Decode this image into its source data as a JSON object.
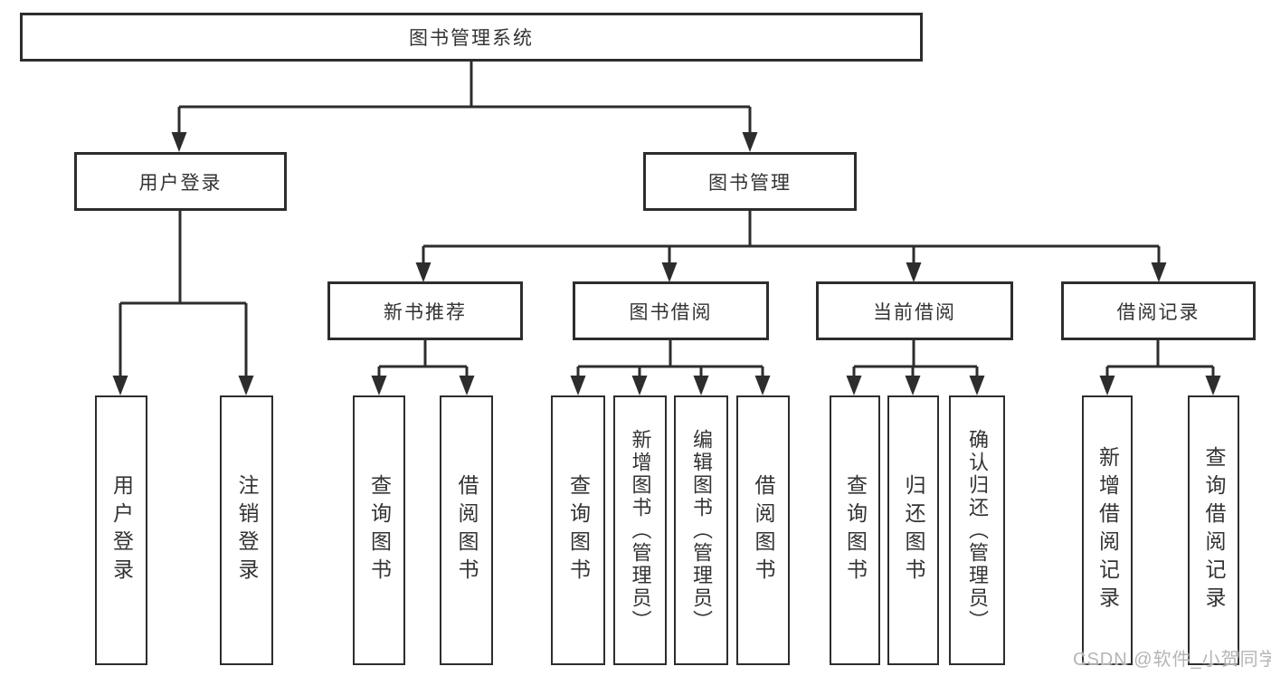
{
  "nodes": {
    "root": "图书管理系统",
    "user_login": "用户登录",
    "book_management": "图书管理",
    "new_book_recommend": "新书推荐",
    "book_borrowing": "图书借阅",
    "current_borrowing": "当前借阅",
    "borrow_records": "借阅记录",
    "user_login_leaf": "用户登录",
    "logout_leaf": "注销登录",
    "recommend_query_books": "查询图书",
    "recommend_borrow_books": "借阅图书",
    "borrowing_query_books": "查询图书",
    "borrowing_add_books": "新增图书（管理员）",
    "borrowing_edit_books": "编辑图书（管理员）",
    "borrowing_borrow_books": "借阅图书",
    "current_query_books": "查询图书",
    "current_return_books": "归还图书",
    "current_confirm_return": "确认归还（管理员）",
    "records_add_record": "新增借阅记录",
    "records_query_record": "查询借阅记录"
  },
  "watermark": {
    "text": "CSDN @软件_小贺同学"
  },
  "colors": {
    "line": "#2d2d2d",
    "box_border": "#2d2d2d",
    "text": "#333333",
    "background": "#ffffff",
    "watermark": "#b5b5b5"
  }
}
